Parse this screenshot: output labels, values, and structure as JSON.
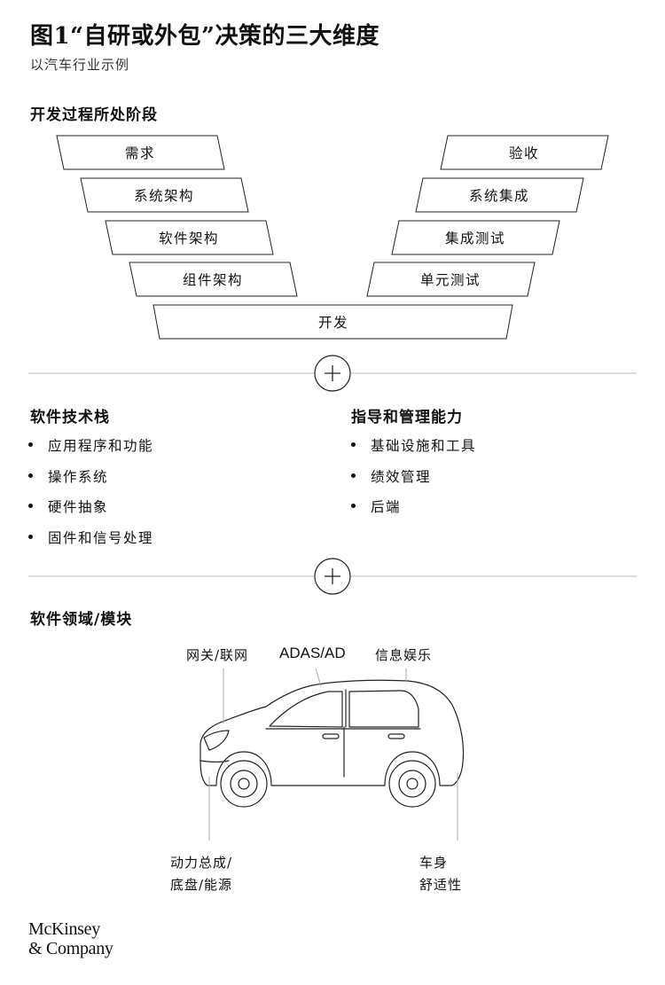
{
  "title": "图1“自研或外包”决策的三大维度",
  "subtitle": "以汽车行业示例",
  "stages": {
    "heading": "开发过程所处阶段",
    "left": [
      "需求",
      "系统架构",
      "软件架构",
      "组件架构"
    ],
    "right": [
      "验收",
      "系统集成",
      "集成测试",
      "单元测试"
    ],
    "bottom": "开发"
  },
  "tech_stack": {
    "heading": "软件技术栈",
    "items": [
      "应用程序和功能",
      "操作系统",
      "硬件抽象",
      "固件和信号处理"
    ]
  },
  "guidance": {
    "heading": "指导和管理能力",
    "items": [
      "基础设施和工具",
      "绩效管理",
      "后端"
    ]
  },
  "domains": {
    "heading": "软件领域/模块",
    "labels": {
      "gateway": "网关/联网",
      "adas": "ADAS/AD",
      "infotainment": "信息娱乐",
      "powertrain_line1": "动力总成/",
      "powertrain_line2": "底盘/能源",
      "body_line1": "车身",
      "body_line2": "舒适性"
    }
  },
  "logo": {
    "line1": "McKinsey",
    "line2": "& Company"
  }
}
